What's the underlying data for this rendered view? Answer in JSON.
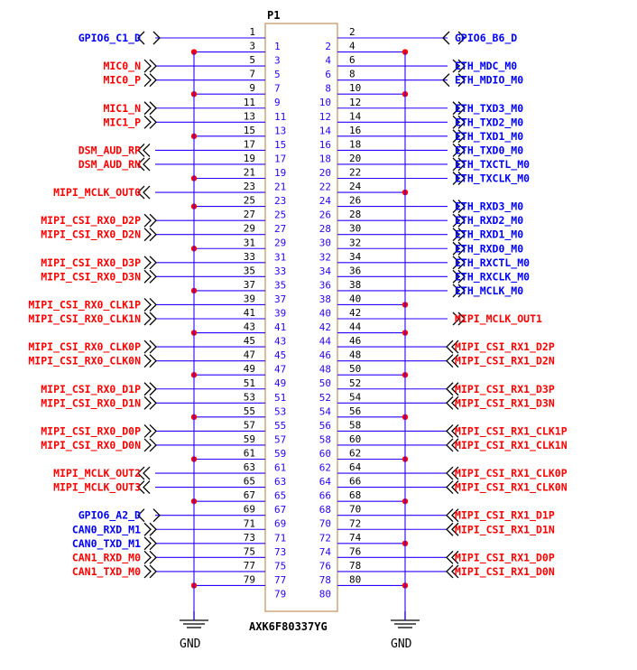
{
  "connector": {
    "reference": "P1",
    "part_number": "AXK6F80337YG",
    "ground_label": "GND",
    "colors": {
      "body": "#cfa57c",
      "wire": "#2a00ff",
      "net_blue": "#0000ff",
      "net_red": "#ff0000",
      "pin_number": "#000000",
      "pin_inner": "#2a00ff",
      "dot": "#ff0000",
      "ground": "#000000"
    }
  },
  "pins": [
    {
      "num": "1",
      "net": "GPIO6_C1_D",
      "color": "blue",
      "type": "bidir"
    },
    {
      "num": "2",
      "net": "GPIO6_B6_D",
      "color": "blue",
      "type": "bidir"
    },
    {
      "num": "3",
      "net": "",
      "type": "gnd"
    },
    {
      "num": "4",
      "net": "",
      "type": "gnd"
    },
    {
      "num": "5",
      "net": "MIC0_N",
      "color": "red",
      "type": "in"
    },
    {
      "num": "6",
      "net": "ETH_MDC_M0",
      "color": "blue",
      "type": "out"
    },
    {
      "num": "7",
      "net": "MIC0_P",
      "color": "red",
      "type": "in"
    },
    {
      "num": "8",
      "net": "ETH_MDIO_M0",
      "color": "blue",
      "type": "bidir"
    },
    {
      "num": "9",
      "net": "",
      "type": "gnd"
    },
    {
      "num": "10",
      "net": "",
      "type": "gnd"
    },
    {
      "num": "11",
      "net": "MIC1_N",
      "color": "red",
      "type": "in"
    },
    {
      "num": "12",
      "net": "ETH_TXD3_M0",
      "color": "blue",
      "type": "out"
    },
    {
      "num": "13",
      "net": "MIC1_P",
      "color": "red",
      "type": "in"
    },
    {
      "num": "14",
      "net": "ETH_TXD2_M0",
      "color": "blue",
      "type": "out"
    },
    {
      "num": "15",
      "net": "",
      "type": "gnd"
    },
    {
      "num": "16",
      "net": "ETH_TXD1_M0",
      "color": "blue",
      "type": "out"
    },
    {
      "num": "17",
      "net": "DSM_AUD_RP",
      "color": "red",
      "type": "out"
    },
    {
      "num": "18",
      "net": "ETH_TXD0_M0",
      "color": "blue",
      "type": "out"
    },
    {
      "num": "19",
      "net": "DSM_AUD_RN",
      "color": "red",
      "type": "out"
    },
    {
      "num": "20",
      "net": "ETH_TXCTL_M0",
      "color": "blue",
      "type": "out"
    },
    {
      "num": "21",
      "net": "",
      "type": "gnd"
    },
    {
      "num": "22",
      "net": "ETH_TXCLK_M0",
      "color": "blue",
      "type": "out"
    },
    {
      "num": "23",
      "net": "MIPI_MCLK_OUT0",
      "color": "red",
      "type": "out"
    },
    {
      "num": "24",
      "net": "",
      "type": "gnd"
    },
    {
      "num": "25",
      "net": "",
      "type": "gnd"
    },
    {
      "num": "26",
      "net": "ETH_RXD3_M0",
      "color": "blue",
      "type": "out"
    },
    {
      "num": "27",
      "net": "MIPI_CSI_RX0_D2P",
      "color": "red",
      "type": "in"
    },
    {
      "num": "28",
      "net": "ETH_RXD2_M0",
      "color": "blue",
      "type": "out"
    },
    {
      "num": "29",
      "net": "MIPI_CSI_RX0_D2N",
      "color": "red",
      "type": "in"
    },
    {
      "num": "30",
      "net": "ETH_RXD1_M0",
      "color": "blue",
      "type": "out"
    },
    {
      "num": "31",
      "net": "",
      "type": "gnd"
    },
    {
      "num": "32",
      "net": "ETH_RXD0_M0",
      "color": "blue",
      "type": "out"
    },
    {
      "num": "33",
      "net": "MIPI_CSI_RX0_D3P",
      "color": "red",
      "type": "in"
    },
    {
      "num": "34",
      "net": "ETH_RXCTL_M0",
      "color": "blue",
      "type": "out"
    },
    {
      "num": "35",
      "net": "MIPI_CSI_RX0_D3N",
      "color": "red",
      "type": "in"
    },
    {
      "num": "36",
      "net": "ETH_RXCLK_M0",
      "color": "blue",
      "type": "out"
    },
    {
      "num": "37",
      "net": "",
      "type": "gnd"
    },
    {
      "num": "38",
      "net": "ETH_MCLK_M0",
      "color": "blue",
      "type": "out"
    },
    {
      "num": "39",
      "net": "MIPI_CSI_RX0_CLK1P",
      "color": "red",
      "type": "in"
    },
    {
      "num": "40",
      "net": "",
      "type": "gnd"
    },
    {
      "num": "41",
      "net": "MIPI_CSI_RX0_CLK1N",
      "color": "red",
      "type": "in"
    },
    {
      "num": "42",
      "net": "MIPI_MCLK_OUT1",
      "color": "red",
      "type": "out"
    },
    {
      "num": "43",
      "net": "",
      "type": "gnd"
    },
    {
      "num": "44",
      "net": "",
      "type": "gnd"
    },
    {
      "num": "45",
      "net": "MIPI_CSI_RX0_CLK0P",
      "color": "red",
      "type": "in"
    },
    {
      "num": "46",
      "net": "MIPI_CSI_RX1_D2P",
      "color": "red",
      "type": "in"
    },
    {
      "num": "47",
      "net": "MIPI_CSI_RX0_CLK0N",
      "color": "red",
      "type": "in"
    },
    {
      "num": "48",
      "net": "MIPI_CSI_RX1_D2N",
      "color": "red",
      "type": "in"
    },
    {
      "num": "49",
      "net": "",
      "type": "gnd"
    },
    {
      "num": "50",
      "net": "",
      "type": "gnd"
    },
    {
      "num": "51",
      "net": "MIPI_CSI_RX0_D1P",
      "color": "red",
      "type": "in"
    },
    {
      "num": "52",
      "net": "MIPI_CSI_RX1_D3P",
      "color": "red",
      "type": "in"
    },
    {
      "num": "53",
      "net": "MIPI_CSI_RX0_D1N",
      "color": "red",
      "type": "in"
    },
    {
      "num": "54",
      "net": "MIPI_CSI_RX1_D3N",
      "color": "red",
      "type": "in"
    },
    {
      "num": "55",
      "net": "",
      "type": "gnd"
    },
    {
      "num": "56",
      "net": "",
      "type": "gnd"
    },
    {
      "num": "57",
      "net": "MIPI_CSI_RX0_D0P",
      "color": "red",
      "type": "in"
    },
    {
      "num": "58",
      "net": "MIPI_CSI_RX1_CLK1P",
      "color": "red",
      "type": "in"
    },
    {
      "num": "59",
      "net": "MIPI_CSI_RX0_D0N",
      "color": "red",
      "type": "in"
    },
    {
      "num": "60",
      "net": "MIPI_CSI_RX1_CLK1N",
      "color": "red",
      "type": "in"
    },
    {
      "num": "61",
      "net": "",
      "type": "gnd"
    },
    {
      "num": "62",
      "net": "",
      "type": "gnd"
    },
    {
      "num": "63",
      "net": "MIPI_MCLK_OUT2",
      "color": "red",
      "type": "out"
    },
    {
      "num": "64",
      "net": "MIPI_CSI_RX1_CLK0P",
      "color": "red",
      "type": "in"
    },
    {
      "num": "65",
      "net": "MIPI_MCLK_OUT3",
      "color": "red",
      "type": "out"
    },
    {
      "num": "66",
      "net": "MIPI_CSI_RX1_CLK0N",
      "color": "red",
      "type": "in"
    },
    {
      "num": "67",
      "net": "",
      "type": "gnd"
    },
    {
      "num": "68",
      "net": "",
      "type": "gnd"
    },
    {
      "num": "69",
      "net": "GPIO6_A2_D",
      "color": "blue",
      "type": "bidir"
    },
    {
      "num": "70",
      "net": "MIPI_CSI_RX1_D1P",
      "color": "red",
      "type": "in"
    },
    {
      "num": "71",
      "net": "CAN0_RXD_M1",
      "color": "blue",
      "type": "in"
    },
    {
      "num": "72",
      "net": "MIPI_CSI_RX1_D1N",
      "color": "red",
      "type": "in"
    },
    {
      "num": "73",
      "net": "CAN0_TXD_M1",
      "color": "blue",
      "type": "in"
    },
    {
      "num": "74",
      "net": "",
      "type": "gnd"
    },
    {
      "num": "75",
      "net": "CAN1_RXD_M0",
      "color": "red",
      "type": "in"
    },
    {
      "num": "76",
      "net": "MIPI_CSI_RX1_D0P",
      "color": "red",
      "type": "in"
    },
    {
      "num": "77",
      "net": "CAN1_TXD_M0",
      "color": "red",
      "type": "in"
    },
    {
      "num": "78",
      "net": "MIPI_CSI_RX1_D0N",
      "color": "red",
      "type": "in"
    },
    {
      "num": "79",
      "net": "",
      "type": "gnd"
    },
    {
      "num": "80",
      "net": "",
      "type": "gnd"
    }
  ]
}
